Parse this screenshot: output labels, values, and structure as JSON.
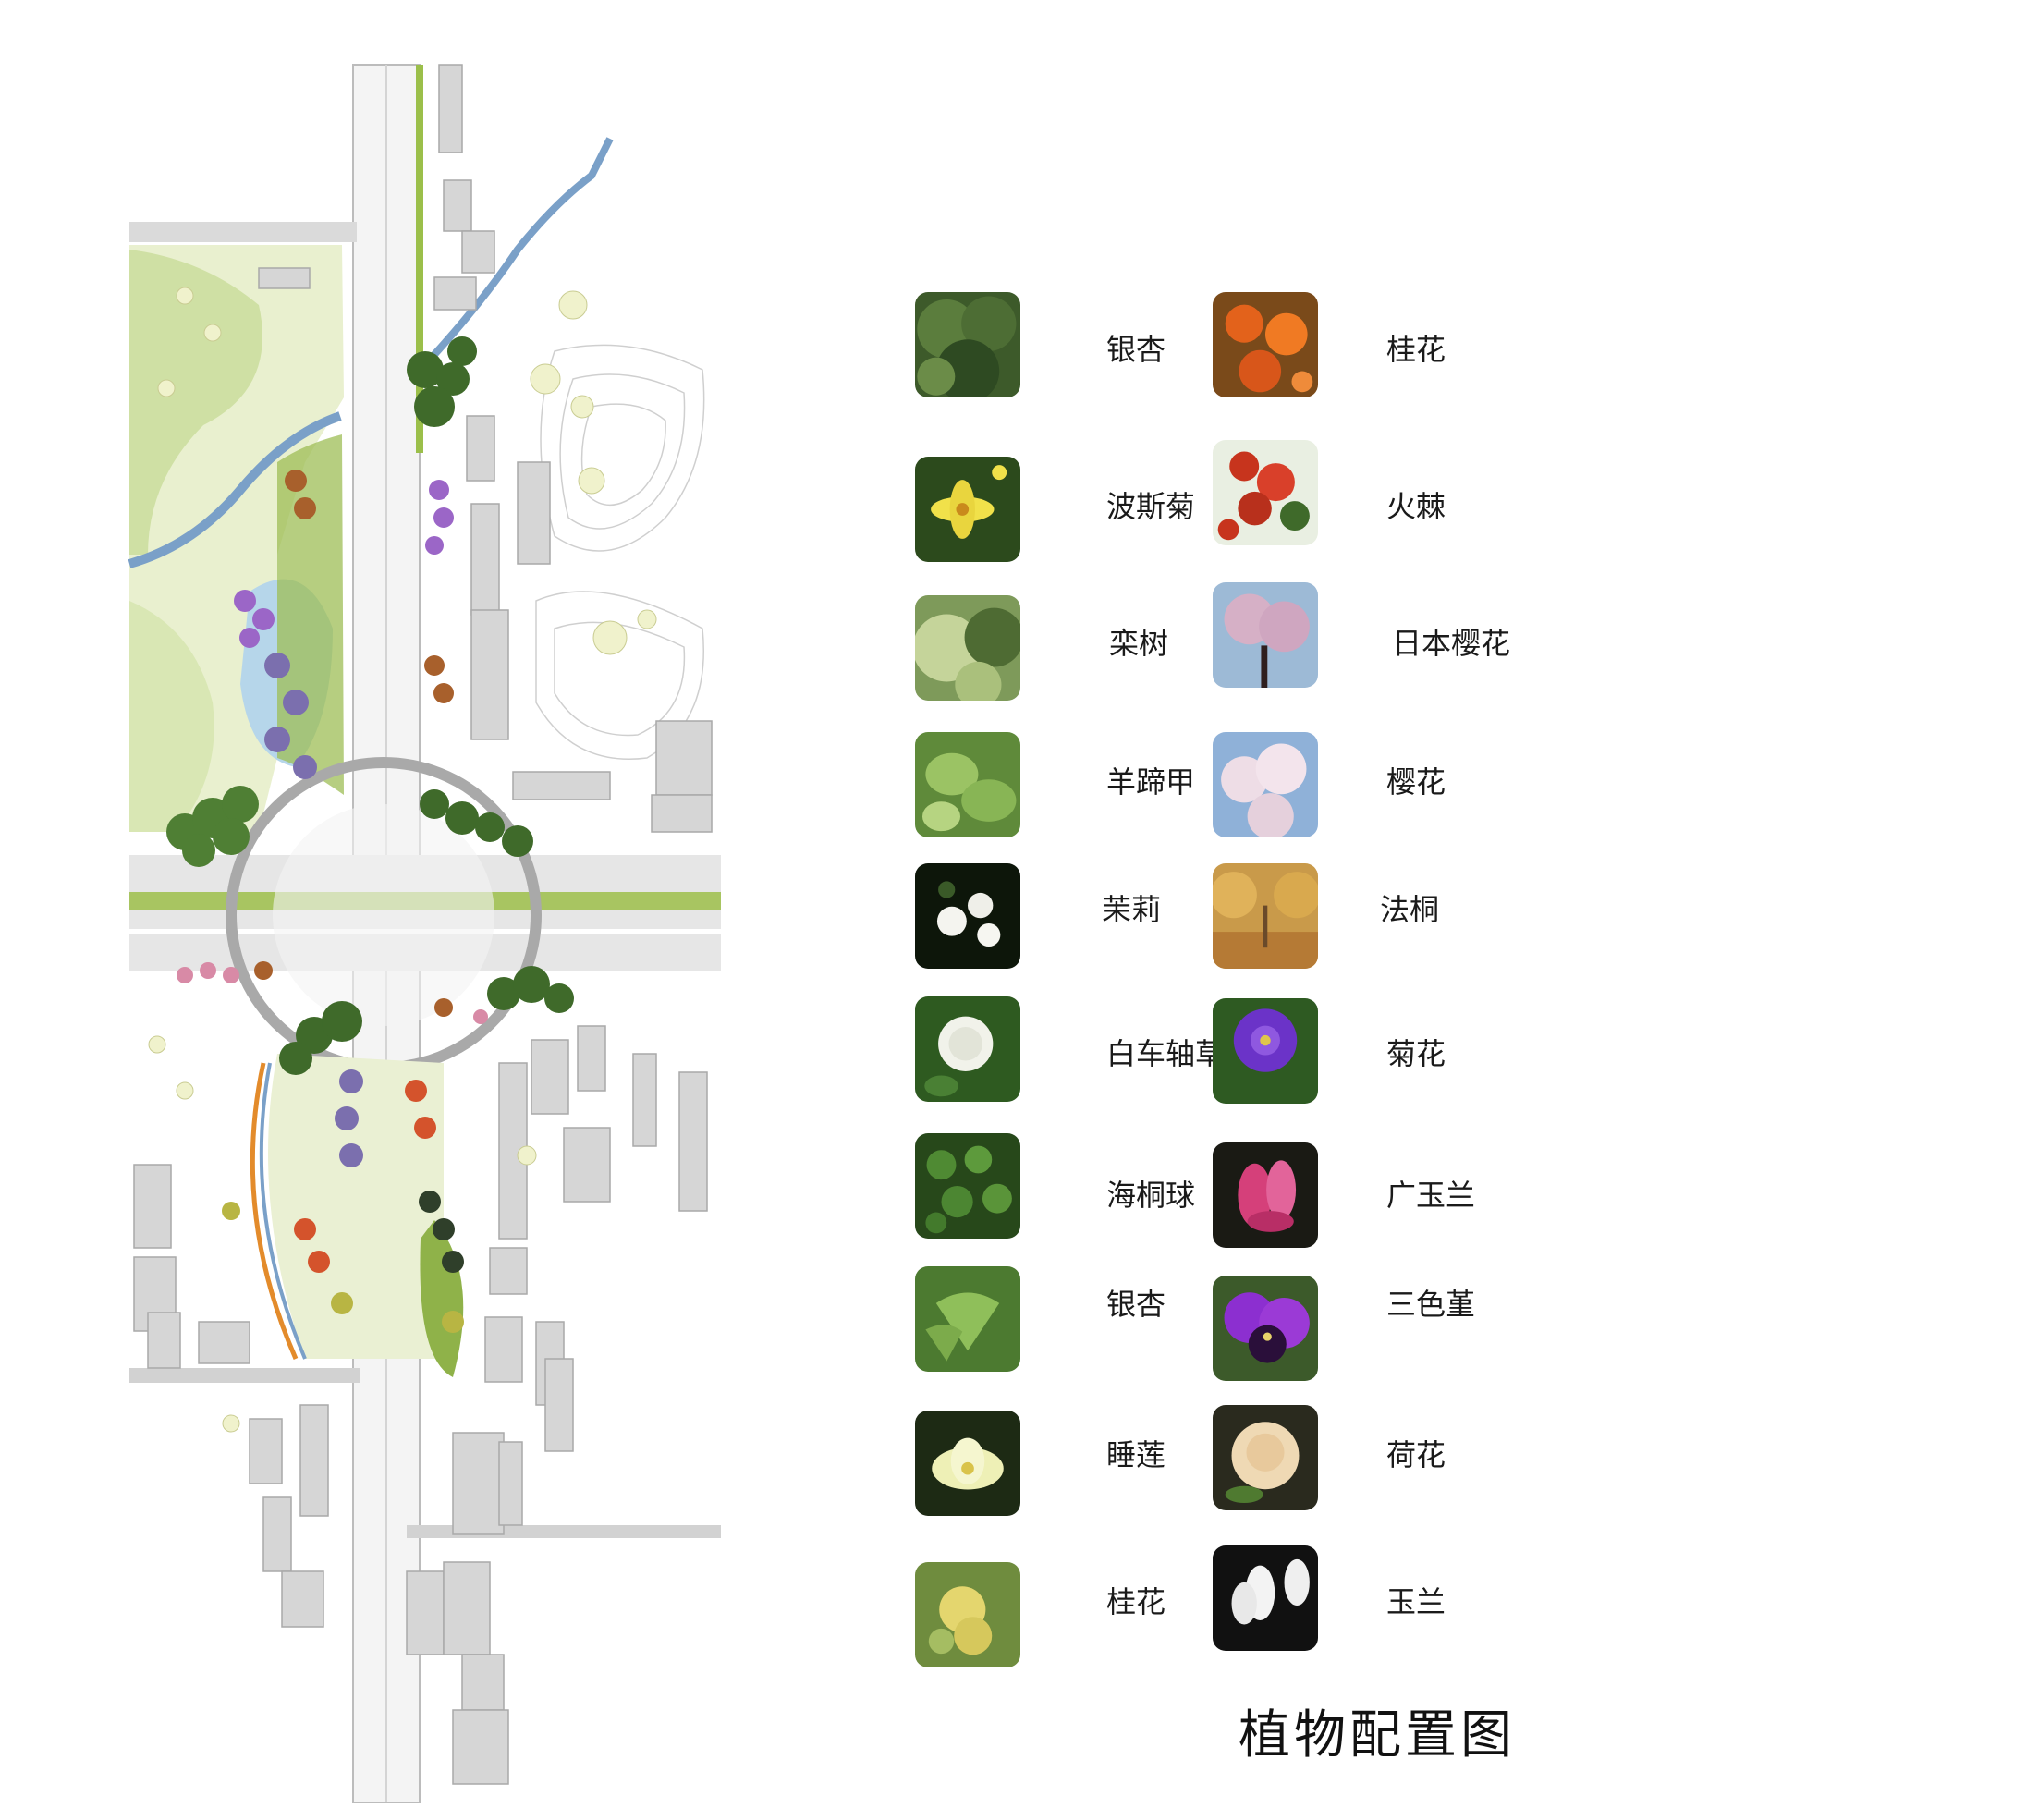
{
  "title": "植物配置图",
  "plants_left": [
    {
      "name": "银杏",
      "icon": "ginkgo-canopy-photo"
    },
    {
      "name": "波斯菊",
      "icon": "cosmos-flower-photo"
    },
    {
      "name": "栾树",
      "icon": "goldenrain-tree-photo"
    },
    {
      "name": "羊蹄甲",
      "icon": "bauhinia-leaf-photo"
    },
    {
      "name": "茉莉",
      "icon": "jasmine-flower-photo"
    },
    {
      "name": "白车轴草",
      "icon": "white-clover-photo"
    },
    {
      "name": "海桐球",
      "icon": "pittosporum-photo"
    },
    {
      "name": "银杏",
      "icon": "ginkgo-leaf-photo"
    },
    {
      "name": "睡莲",
      "icon": "water-lily-photo"
    },
    {
      "name": "桂花",
      "icon": "osmanthus-yellow-photo"
    }
  ],
  "plants_right": [
    {
      "name": "桂花",
      "icon": "osmanthus-orange-photo"
    },
    {
      "name": "火棘",
      "icon": "firethorn-photo"
    },
    {
      "name": "日本樱花",
      "icon": "japanese-cherry-photo"
    },
    {
      "name": "樱花",
      "icon": "cherry-blossom-photo"
    },
    {
      "name": "法桐",
      "icon": "plane-tree-avenue-photo"
    },
    {
      "name": "菊花",
      "icon": "purple-chrysanthemum-photo"
    },
    {
      "name": "广玉兰",
      "icon": "pink-magnolia-photo"
    },
    {
      "name": "三色堇",
      "icon": "pansy-photo"
    },
    {
      "name": "荷花",
      "icon": "rose-photo"
    },
    {
      "name": "玉兰",
      "icon": "white-magnolia-photo"
    }
  ]
}
